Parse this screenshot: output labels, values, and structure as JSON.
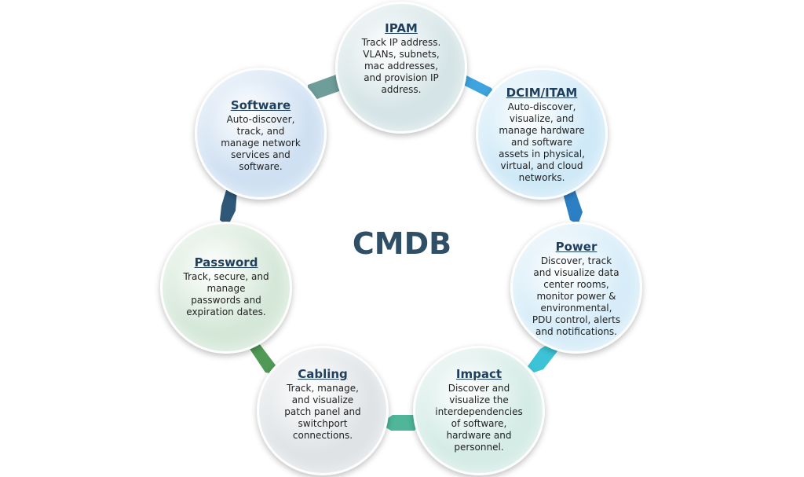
{
  "center": {
    "title": "CMDB"
  },
  "nodes": {
    "ipam": {
      "title": "IPAM",
      "lines": [
        "Track IP address.",
        "VLANs, subnets,",
        "mac addresses,",
        "and provision IP",
        "address."
      ],
      "color": "#d5e4e6"
    },
    "dcim": {
      "title": "DCIM/ITAM",
      "lines": [
        "Auto-discover,",
        "visualize, and",
        "manage hardware",
        "and software",
        "assets in physical,",
        "virtual, and cloud",
        "networks."
      ],
      "color": "#cfe9f7"
    },
    "power": {
      "title": "Power",
      "lines": [
        "Discover, track",
        "and visualize data",
        "center rooms,",
        "monitor power &",
        "environmental,",
        "PDU control, alerts",
        "and notifications."
      ],
      "color": "#d6ecf8"
    },
    "impact": {
      "title": "Impact",
      "lines": [
        "Discover and",
        "visualize the",
        "interdependencies",
        "of software,",
        "hardware and",
        "personnel."
      ],
      "color": "#d4ebe6"
    },
    "cabling": {
      "title": "Cabling",
      "lines": [
        "Track, manage,",
        "and visualize",
        "patch panel and",
        "switchport",
        "connections."
      ],
      "color": "#dfe3e6"
    },
    "password": {
      "title": "Password",
      "lines": [
        "Track, secure, and",
        "manage",
        "passwords and",
        "expiration dates."
      ],
      "color": "#d5e8d8"
    },
    "software": {
      "title": "Software",
      "lines": [
        "Auto-discover,",
        "track, and",
        "manage network",
        "services and",
        "software."
      ],
      "color": "#cfe0f2"
    }
  },
  "connector_colors": {
    "software_ipam": "#6f9e9a",
    "ipam_dcim": "#3fa3dd",
    "dcim_power": "#2d7fc4",
    "power_impact": "#3cc4d6",
    "impact_cabling": "#4fb69a",
    "cabling_password": "#4f9a55",
    "password_software": "#2f5878"
  }
}
